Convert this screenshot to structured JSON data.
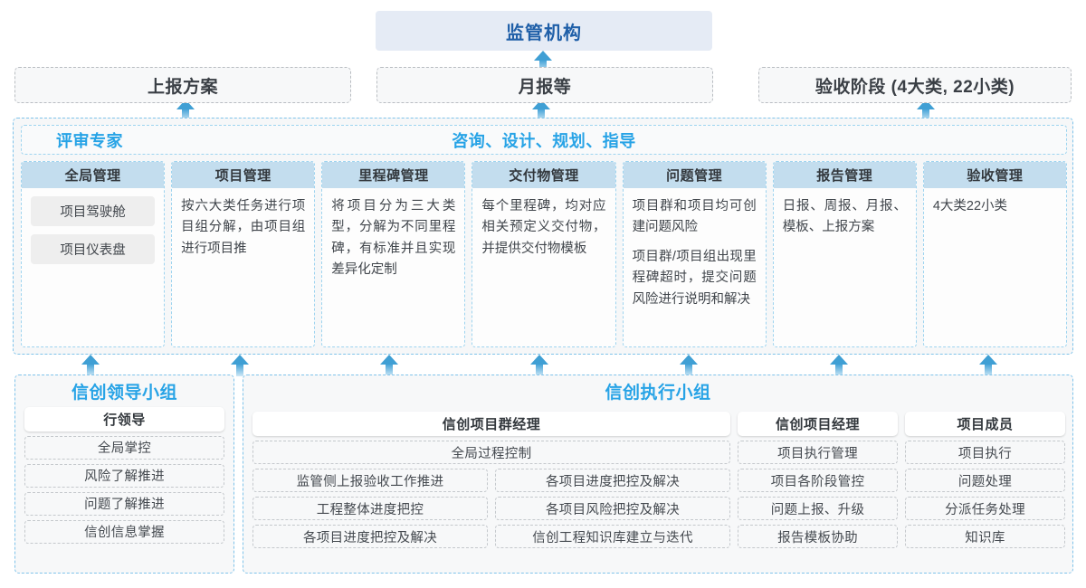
{
  "top": {
    "regulator": "监管机构",
    "reports": [
      {
        "label": "上报方案"
      },
      {
        "label": "月报等"
      },
      {
        "label": "验收阶段 (4大类, 22小类)"
      }
    ]
  },
  "middle": {
    "left_label": "评审专家",
    "center_label": "咨询、设计、规划、指导",
    "columns": [
      {
        "head": "全局管理",
        "kind": "pills",
        "pills": [
          "项目驾驶舱",
          "项目仪表盘"
        ],
        "paragraphs": []
      },
      {
        "head": "项目管理",
        "kind": "text",
        "pills": [],
        "paragraphs": [
          "按六大类任务进行项目组分解，由项目组进行项目推"
        ]
      },
      {
        "head": "里程碑管理",
        "kind": "text",
        "pills": [],
        "paragraphs": [
          "将项目分为三大类型，分解为不同里程碑，有标准并且实现差异化定制"
        ]
      },
      {
        "head": "交付物管理",
        "kind": "text",
        "pills": [],
        "paragraphs": [
          "每个里程碑，均对应相关预定义交付物，并提供交付物模板"
        ]
      },
      {
        "head": "问题管理",
        "kind": "text",
        "pills": [],
        "paragraphs": [
          "项目群和项目均可创建问题风险",
          "项目群/项目组出现里程碑超时，提交问题风险进行说明和解决"
        ]
      },
      {
        "head": "报告管理",
        "kind": "text",
        "pills": [],
        "paragraphs": [
          "日报、周报、月报、模板、上报方案"
        ]
      },
      {
        "head": "验收管理",
        "kind": "plain",
        "pills": [],
        "paragraphs": [
          "4大类22小类"
        ]
      }
    ]
  },
  "bottom": {
    "leader_group": {
      "title": "信创领导小组",
      "role": "行领导",
      "tasks": [
        "全局掌控",
        "风险了解推进",
        "问题了解推进",
        "信创信息掌握"
      ]
    },
    "exec_group": {
      "title": "信创执行小组",
      "program_manager": {
        "role": "信创项目群经理",
        "full_width_task": "全局过程控制",
        "left_tasks": [
          "监管侧上报验收工作推进",
          "工程整体进度把控",
          "各项目进度把控及解决"
        ],
        "right_tasks": [
          "各项目进度把控及解决",
          "各项目风险把控及解决",
          "信创工程知识库建立与迭代"
        ]
      },
      "project_manager": {
        "role": "信创项目经理",
        "tasks": [
          "项目执行管理",
          "项目各阶段管控",
          "问题上报、升级",
          "报告模板协助"
        ]
      },
      "project_member": {
        "role": "项目成员",
        "tasks": [
          "项目执行",
          "问题处理",
          "分派任务处理",
          "知识库"
        ]
      }
    }
  },
  "arrows": {
    "top_row_x": [
      205,
      598,
      1023
    ],
    "strip_x": [
      100,
      265,
      430,
      596,
      761,
      927,
      1092
    ]
  },
  "colors": {
    "accent_blue": "#27a3e6",
    "header_blue": "#c3ddee",
    "regulator_bg": "#e5ebf5",
    "regulator_text": "#1f5fa8",
    "dashed_grey": "#b9bdc2",
    "dashed_blue": "#7fc3ea"
  }
}
